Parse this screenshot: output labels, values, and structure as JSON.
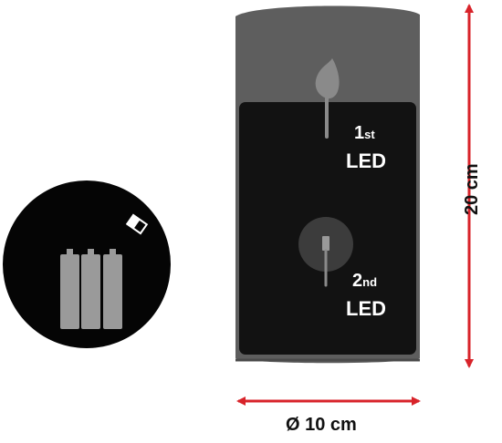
{
  "diagram": {
    "led1": {
      "num": "1",
      "suffix": "st",
      "label": "LED"
    },
    "led2": {
      "num": "2",
      "suffix": "nd",
      "label": "LED"
    },
    "height_label": "20 cm",
    "diameter_label": "Ø 10 cm",
    "battery_count": 3,
    "colors": {
      "candle_top": "#5e5e5e",
      "candle_body": "#121212",
      "candle_outline": "#4a4a4a",
      "led_glow": "#8a8a8a",
      "battery": "#9a9a9a",
      "disc": "#050505",
      "arrow": "#d8232a"
    },
    "icons": {
      "flame": "flame-icon",
      "led_bulb": "led-bulb-icon",
      "batteries": "battery-icon",
      "switch": "switch-icon"
    }
  }
}
